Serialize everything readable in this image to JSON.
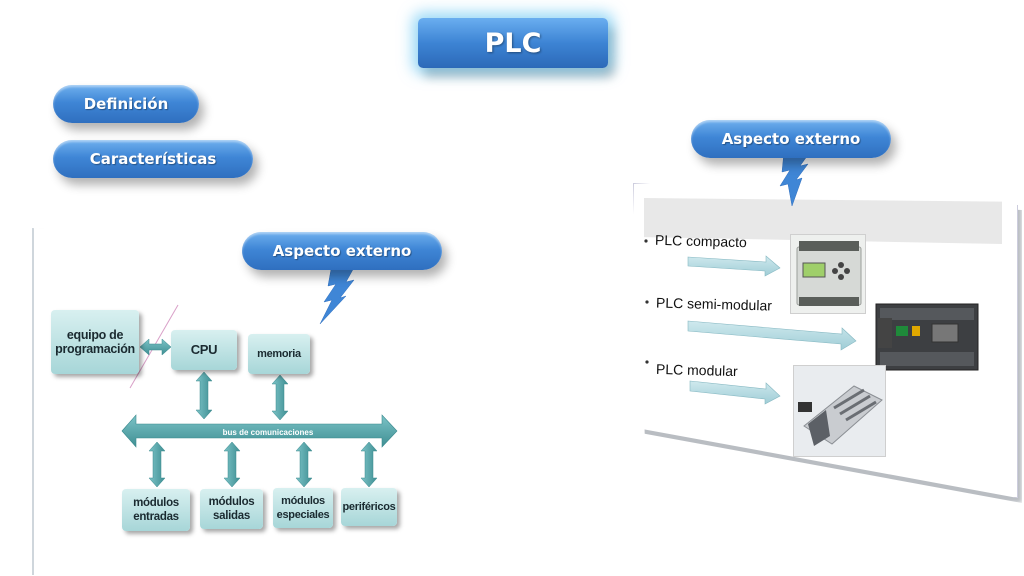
{
  "title": "PLC",
  "nav": {
    "definicion": "Definición",
    "caracteristicas": "Características"
  },
  "callout_left": "Aspecto externo",
  "callout_right": "Aspecto externo",
  "diagram": {
    "equipo": [
      "equipo de",
      "programación"
    ],
    "cpu": "CPU",
    "memoria": "memoria",
    "bus": "bus de comunicaciones",
    "modulos_entradas": [
      "módulos",
      "entradas"
    ],
    "modulos_salidas": [
      "módulos",
      "salidas"
    ],
    "modulos_especiales": [
      "módulos",
      "especiales"
    ],
    "perifericos": "periféricos"
  },
  "plc_types": [
    {
      "label": "PLC compacto"
    },
    {
      "label": "PLC semi-modular"
    },
    {
      "label": "PLC modular"
    }
  ],
  "colors": {
    "pill_blue": "#3f86d6",
    "block_teal": "#a7d6d8",
    "arrow_teal": "#4fa2a6"
  }
}
